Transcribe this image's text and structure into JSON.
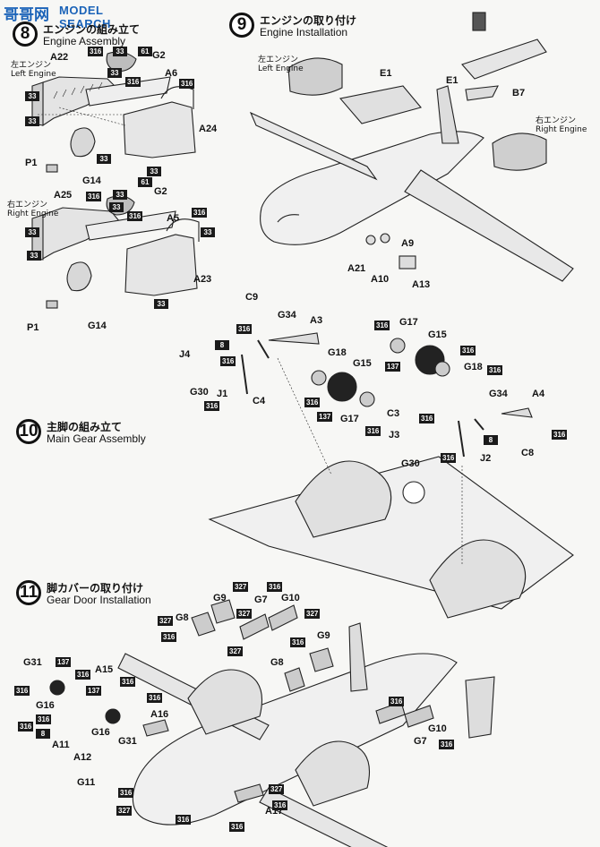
{
  "watermark": {
    "cn": "哥哥网",
    "en": "MODEL SEARCH"
  },
  "steps": [
    {
      "id": "step-8",
      "number": "8",
      "jp": "エンジンの組み立て",
      "en": "Engine Assembly"
    },
    {
      "id": "step-9",
      "number": "9",
      "jp": "エンジンの取り付け",
      "en": "Engine Installation"
    },
    {
      "id": "step-10",
      "number": "10",
      "jp": "主脚の組み立て",
      "en": "Main Gear Assembly"
    },
    {
      "id": "step-11",
      "number": "11",
      "jp": "脚カバーの取り付け",
      "en": "Gear Door Installation"
    }
  ],
  "side_labels": {
    "left_engine_jp": "左エンジン",
    "left_engine_en": "Left Engine",
    "right_engine_jp": "右エンジン",
    "right_engine_en": "Right Engine"
  },
  "parts": [
    "A22",
    "G2",
    "A6",
    "A24",
    "P1",
    "G14",
    "A25",
    "G2",
    "A5",
    "A23",
    "P1",
    "G14",
    "E1",
    "E1",
    "B7",
    "A9",
    "A21",
    "A10",
    "A13",
    "C9",
    "G34",
    "A3",
    "J4",
    "G30",
    "J1",
    "C4",
    "G18",
    "G15",
    "G17",
    "G17",
    "G15",
    "G18",
    "C3",
    "G34",
    "A4",
    "J3",
    "G30",
    "J2",
    "C8",
    "G9",
    "G7",
    "G10",
    "G8",
    "G9",
    "G8",
    "G31",
    "A15",
    "G16",
    "A16",
    "G16",
    "G31",
    "A11",
    "A12",
    "G11",
    "A17",
    "G7",
    "G10"
  ],
  "paint_codes": [
    "316",
    "33",
    "61",
    "8",
    "137",
    "327"
  ]
}
